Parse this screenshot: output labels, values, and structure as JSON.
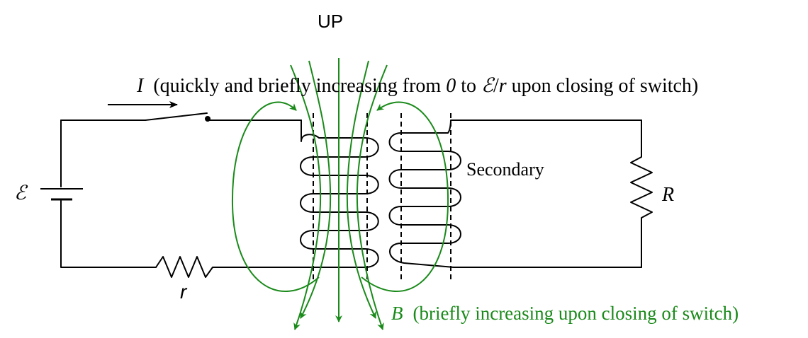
{
  "labels": {
    "up": "UP",
    "current_symbol": "I",
    "current_text_a": "(quickly and briefly increasing from ",
    "current_zero": "0",
    "current_text_b": " to ",
    "current_emf": "ℰ",
    "current_slash": "/",
    "current_r": "r",
    "current_text_c": " upon closing of switch)",
    "field_symbol": "B",
    "field_text": "(briefly increasing upon closing of switch)",
    "secondary": "Secondary",
    "battery_emf": "ℰ",
    "internal_resistor": "r",
    "load_resistor": "R"
  },
  "colors": {
    "wire": "#000000",
    "field": "#1a8a1a",
    "background": "#ffffff"
  }
}
